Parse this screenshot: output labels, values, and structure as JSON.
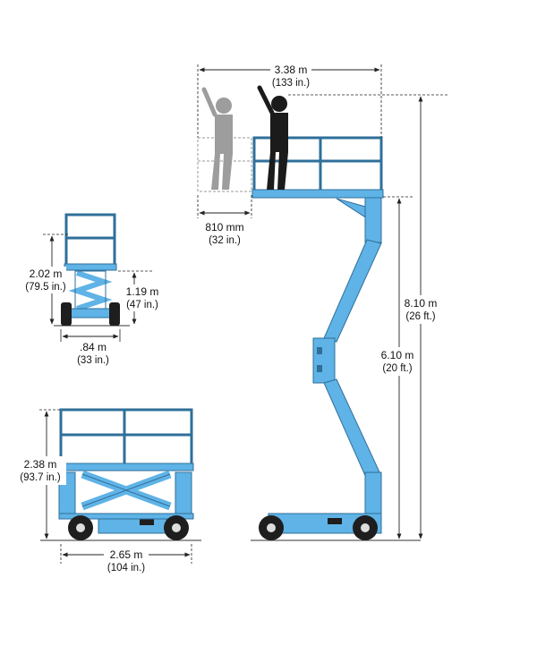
{
  "colors": {
    "machine_blue": "#5fb3e6",
    "machine_outline": "#2f6f9a",
    "wheel": "#1e1e1e",
    "person_dark": "#1b1b1b",
    "person_light": "#9d9d9d",
    "dimension_line": "#222222"
  },
  "dimensions": {
    "platform_length": {
      "main": "3.38 m",
      "sub": "(133 in.)"
    },
    "extension_deck": {
      "main": "810 mm",
      "sub": "(32 in.)"
    },
    "working_height": {
      "main": "8.10 m",
      "sub": "(26 ft.)"
    },
    "platform_height": {
      "main": "6.10 m",
      "sub": "(20 ft.)"
    },
    "stowed_height_front": {
      "main": "2.02 m",
      "sub": "(79.5 in.)"
    },
    "rails_folded_height": {
      "main": "1.19 m",
      "sub": "(47 in.)"
    },
    "machine_width": {
      "main": ".84 m",
      "sub": "(33 in.)"
    },
    "stowed_height_side": {
      "main": "2.38 m",
      "sub": "(93.7 in.)"
    },
    "machine_length": {
      "main": "2.65 m",
      "sub": "(104 in.)"
    }
  }
}
